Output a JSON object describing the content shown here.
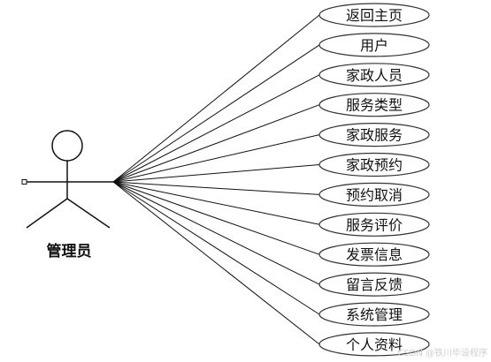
{
  "actor": {
    "label": "管理员"
  },
  "use_cases": [
    "返回主页",
    "用户",
    "家政人员",
    "服务类型",
    "家政服务",
    "家政预约",
    "预约取消",
    "服务评价",
    "发票信息",
    "留言反馈",
    "系统管理",
    "个人资料"
  ],
  "watermark": "CSDN @铁川毕设程序",
  "colors": {
    "line": "#111111",
    "ellipse_stroke": "#333333",
    "ellipse_fill": "#ffffff"
  }
}
